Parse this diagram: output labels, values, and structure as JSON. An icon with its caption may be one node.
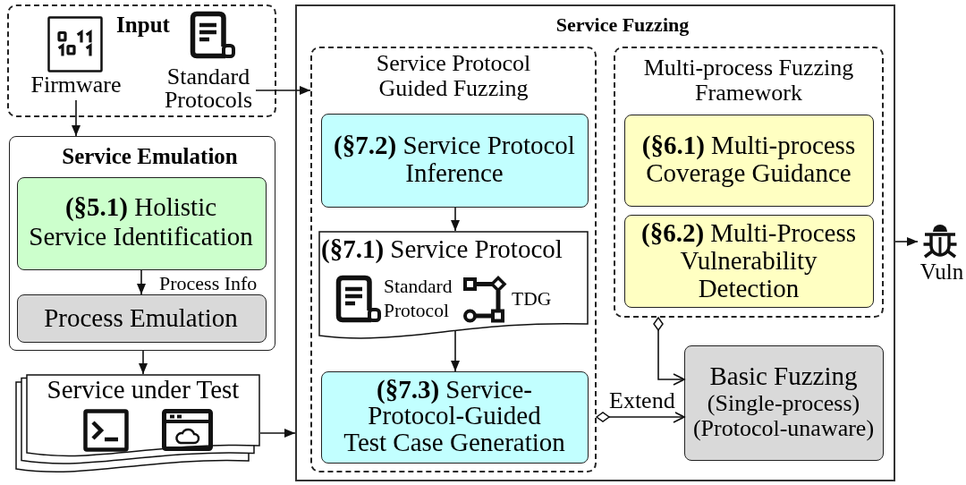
{
  "diagram": {
    "nodes": [
      {
        "text": [
          "Input"
        ]
      },
      {
        "text": [
          "Firmware"
        ],
        "in": 0
      },
      {
        "text": [
          "Standard Protocols"
        ],
        "in": 0
      },
      {
        "text": [
          "Service Emulation"
        ]
      },
      {
        "text": [
          "**(§5.1)** Holistic Service Identification"
        ],
        "in": 3
      },
      {
        "text": [
          "Process Emulation"
        ],
        "in": 3
      },
      {
        "text": [
          "Service under Test"
        ]
      },
      {
        "text": [
          "Service Fuzzing"
        ]
      },
      {
        "text": [
          "Service Protocol Guided Fuzzing"
        ],
        "in": 7
      },
      {
        "text": [
          "**(§7.2)** Service Protocol Inference"
        ],
        "in": 8
      },
      {
        "text": [
          "**(§7.1)** Service Protocol",
          "Standard Protocol",
          "TDG"
        ],
        "in": 8
      },
      {
        "text": [
          "**(§7.3)** Service- Protocol-Guided Test Case Generation"
        ],
        "in": 8
      },
      {
        "text": [
          "Multi-process Fuzzing Framework"
        ],
        "in": 7
      },
      {
        "text": [
          "**(§6.1)** Multi-process Coverage Guidance"
        ],
        "in": 12
      },
      {
        "text": [
          "**(§6.2)** Multi-Process Vulnerability Detection"
        ],
        "in": 12
      },
      {
        "text": [
          "Basic Fuzzing",
          "(Single-process)",
          "(Protocol-unaware)"
        ],
        "in": 7
      },
      {
        "text": [
          "Vuln"
        ]
      }
    ],
    "edges": [
      {
        "from": 1,
        "to": 3,
        "arrow": "to"
      },
      {
        "from": 2,
        "to": 8,
        "arrow": "to"
      },
      {
        "from": 4,
        "to": 5,
        "arrow": "to",
        "label": "Process Info"
      },
      {
        "from": 3,
        "to": 6,
        "arrow": "to"
      },
      {
        "from": 6,
        "to": 7,
        "arrow": "to"
      },
      {
        "from": 9,
        "to": 10,
        "arrow": "to"
      },
      {
        "from": 10,
        "to": 11,
        "arrow": "to"
      },
      {
        "from": 7,
        "to": 16,
        "arrow": "to"
      },
      {
        "from": 8,
        "to": 15,
        "arrow": "to",
        "label": "Extend"
      },
      {
        "from": 12,
        "to": 15,
        "arrow": "to"
      }
    ]
  }
}
